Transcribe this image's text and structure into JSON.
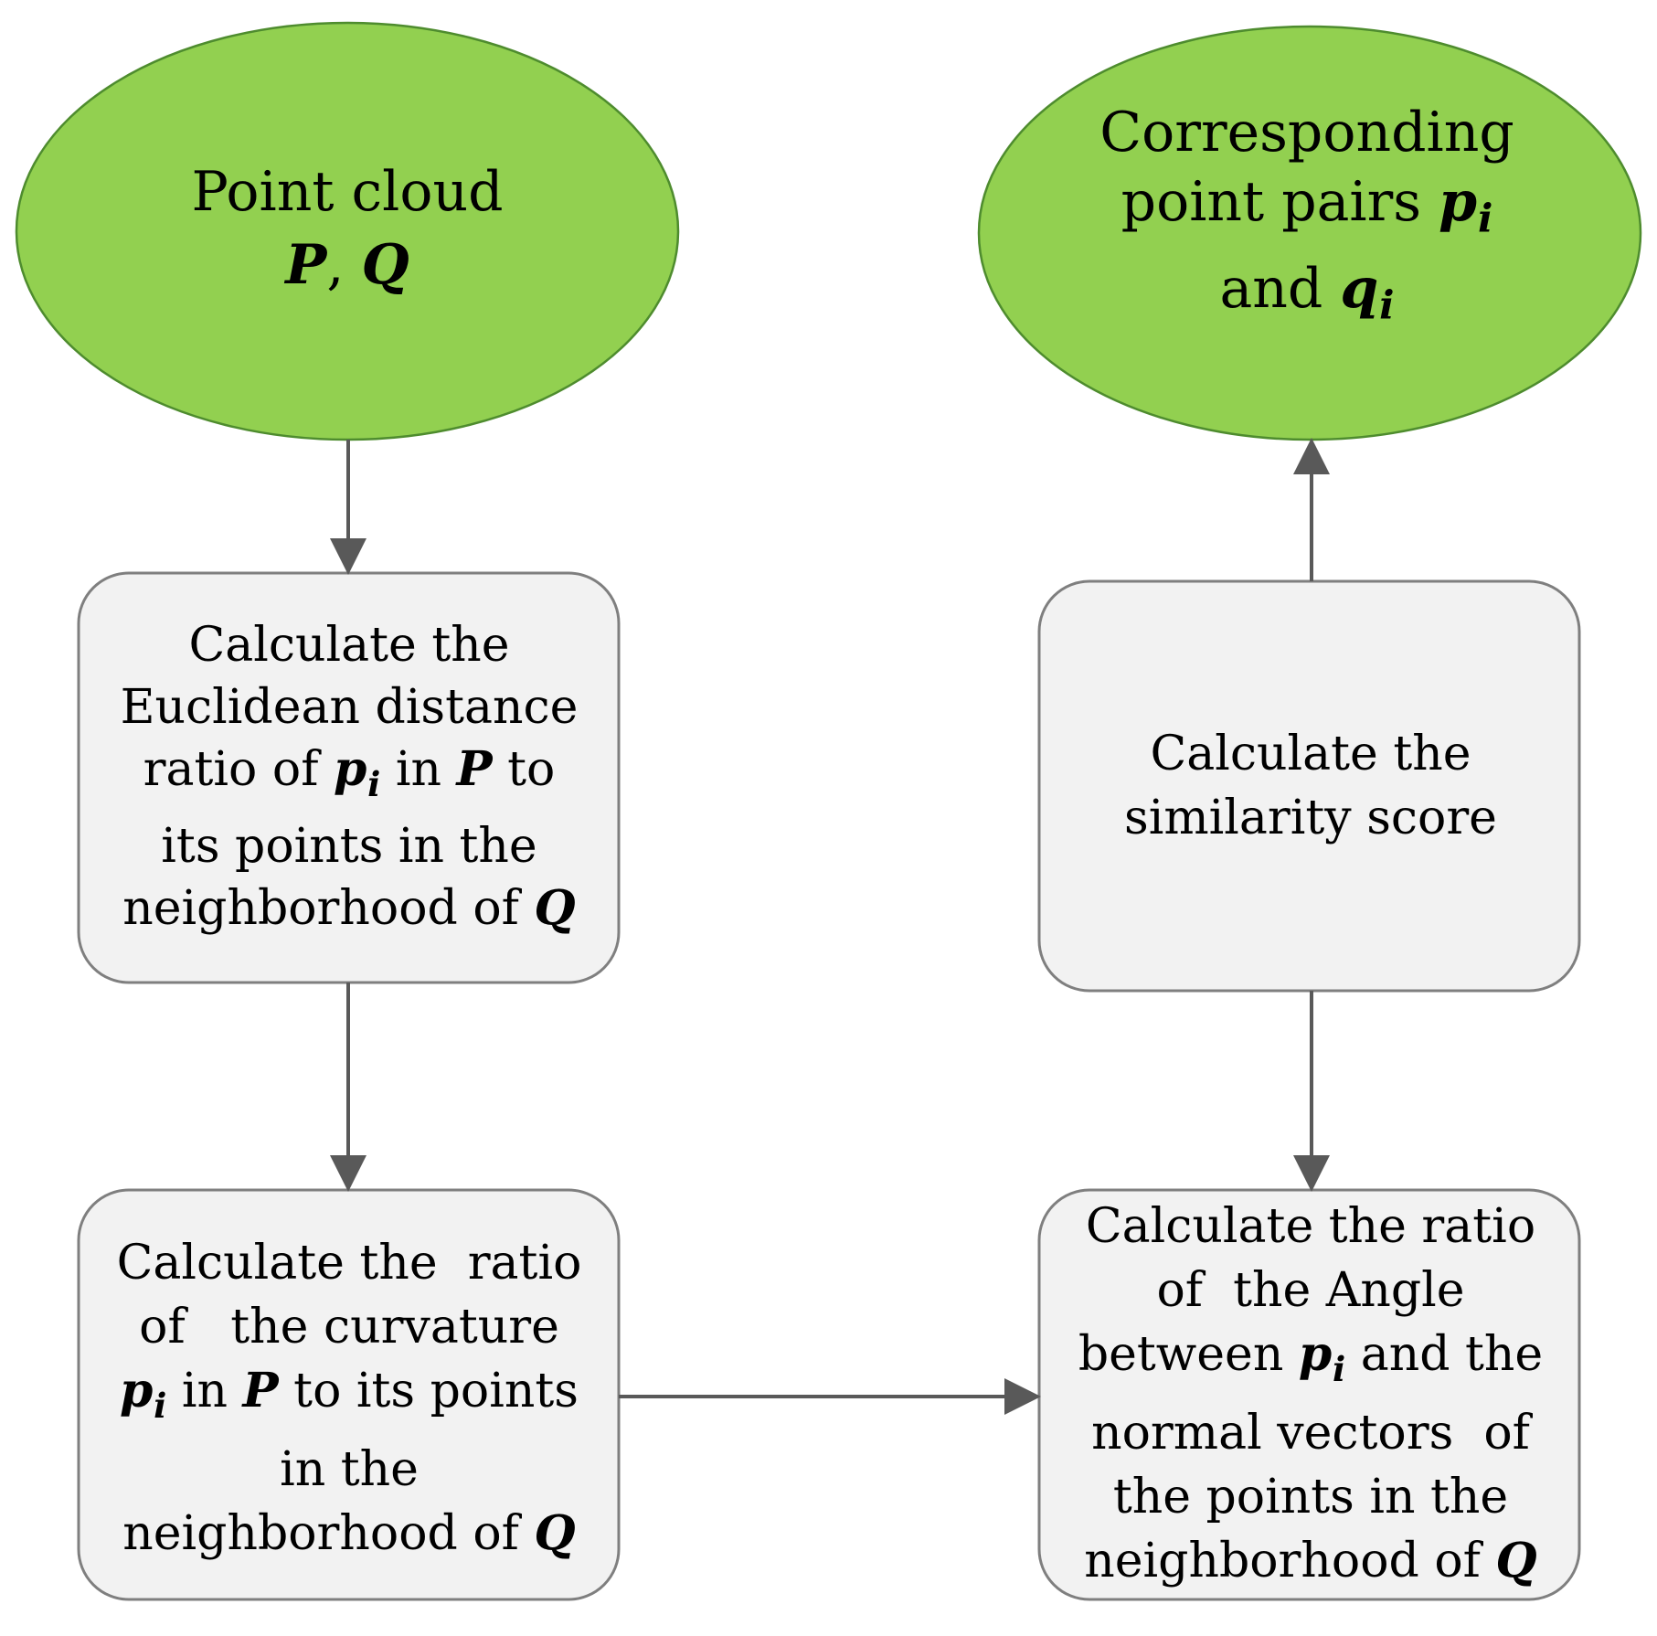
{
  "colors": {
    "ellipse_fill": "#92d050",
    "ellipse_stroke": "#4e8c2e",
    "box_fill": "#f2f2f2",
    "box_stroke": "#7f7f7f",
    "arrow": "#595959"
  },
  "nodes": {
    "start": {
      "line1": "Point cloud",
      "line2_a": "P",
      "line2_sep": ",",
      "line2_b": "Q"
    },
    "end": {
      "line1": "Corresponding",
      "line2": "point pairs",
      "line2_var": "p",
      "line2_sub": "i",
      "line3": "and",
      "line3_var": "q",
      "line3_sub": "i"
    },
    "euclidean": {
      "line1": "Calculate the",
      "line2": "Euclidean distance",
      "line3_a": "ratio of",
      "line3_var": "p",
      "line3_sub": "i",
      "line3_b": "in",
      "line3_var2": "P",
      "line3_c": "to",
      "line4": "its points in the",
      "line5": "neighborhood of",
      "line5_var": "Q"
    },
    "curvature": {
      "line1": "Calculate the  ratio",
      "line2": "of   the curvature",
      "line3_var": "p",
      "line3_sub": "i",
      "line3_a": "in",
      "line3_var2": "P",
      "line3_b": "to its points",
      "line4": "in the",
      "line5": "neighborhood of",
      "line5_var": "Q"
    },
    "angle": {
      "line1": "Calculate the ratio",
      "line2": "of  the Angle",
      "line3_a": "between",
      "line3_var": "p",
      "line3_sub": "i",
      "line3_b": "and the",
      "line4": "normal vectors  of",
      "line5": "the points in the",
      "line6": "neighborhood of",
      "line6_var": "Q"
    },
    "similarity": {
      "line1": "Calculate the",
      "line2": "similarity score"
    }
  }
}
